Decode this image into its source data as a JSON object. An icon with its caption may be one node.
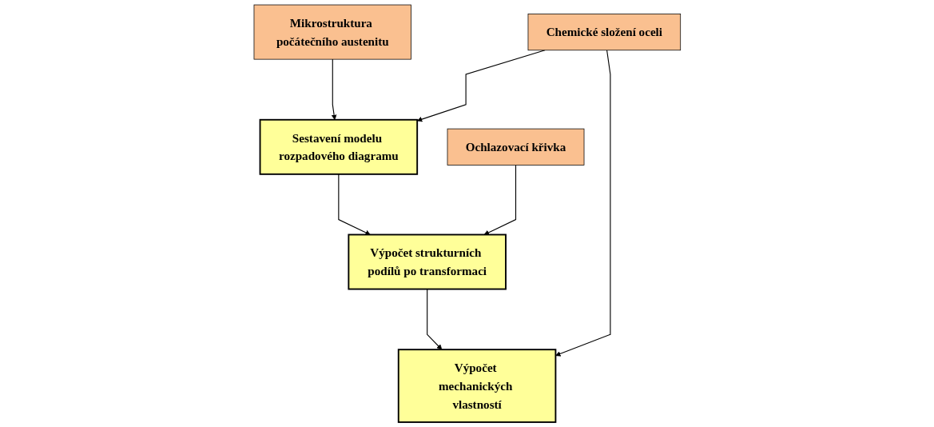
{
  "diagram": {
    "nodes": [
      {
        "text": [
          "Mikrostruktura počátečního austenitu"
        ]
      },
      {
        "text": [
          "Sestavení modelu rozpadového diagramu"
        ]
      },
      {
        "text": [
          "Chemické složení oceli"
        ]
      },
      {
        "text": [
          "Výpočet strukturních podílů po transformaci"
        ]
      },
      {
        "text": [
          "Ochlazovací křivka"
        ]
      },
      {
        "text": [
          "Výpočet mechanických vlastností"
        ]
      }
    ],
    "edges": [
      {
        "from": 0,
        "to": 1,
        "arrow": "to"
      },
      {
        "from": 2,
        "to": 1,
        "arrow": "to"
      },
      {
        "from": 2,
        "to": 5,
        "arrow": "to"
      },
      {
        "from": 1,
        "to": 3,
        "arrow": "to"
      },
      {
        "from": 4,
        "to": 3,
        "arrow": "to"
      },
      {
        "from": 3,
        "to": 5,
        "arrow": "to"
      }
    ]
  }
}
